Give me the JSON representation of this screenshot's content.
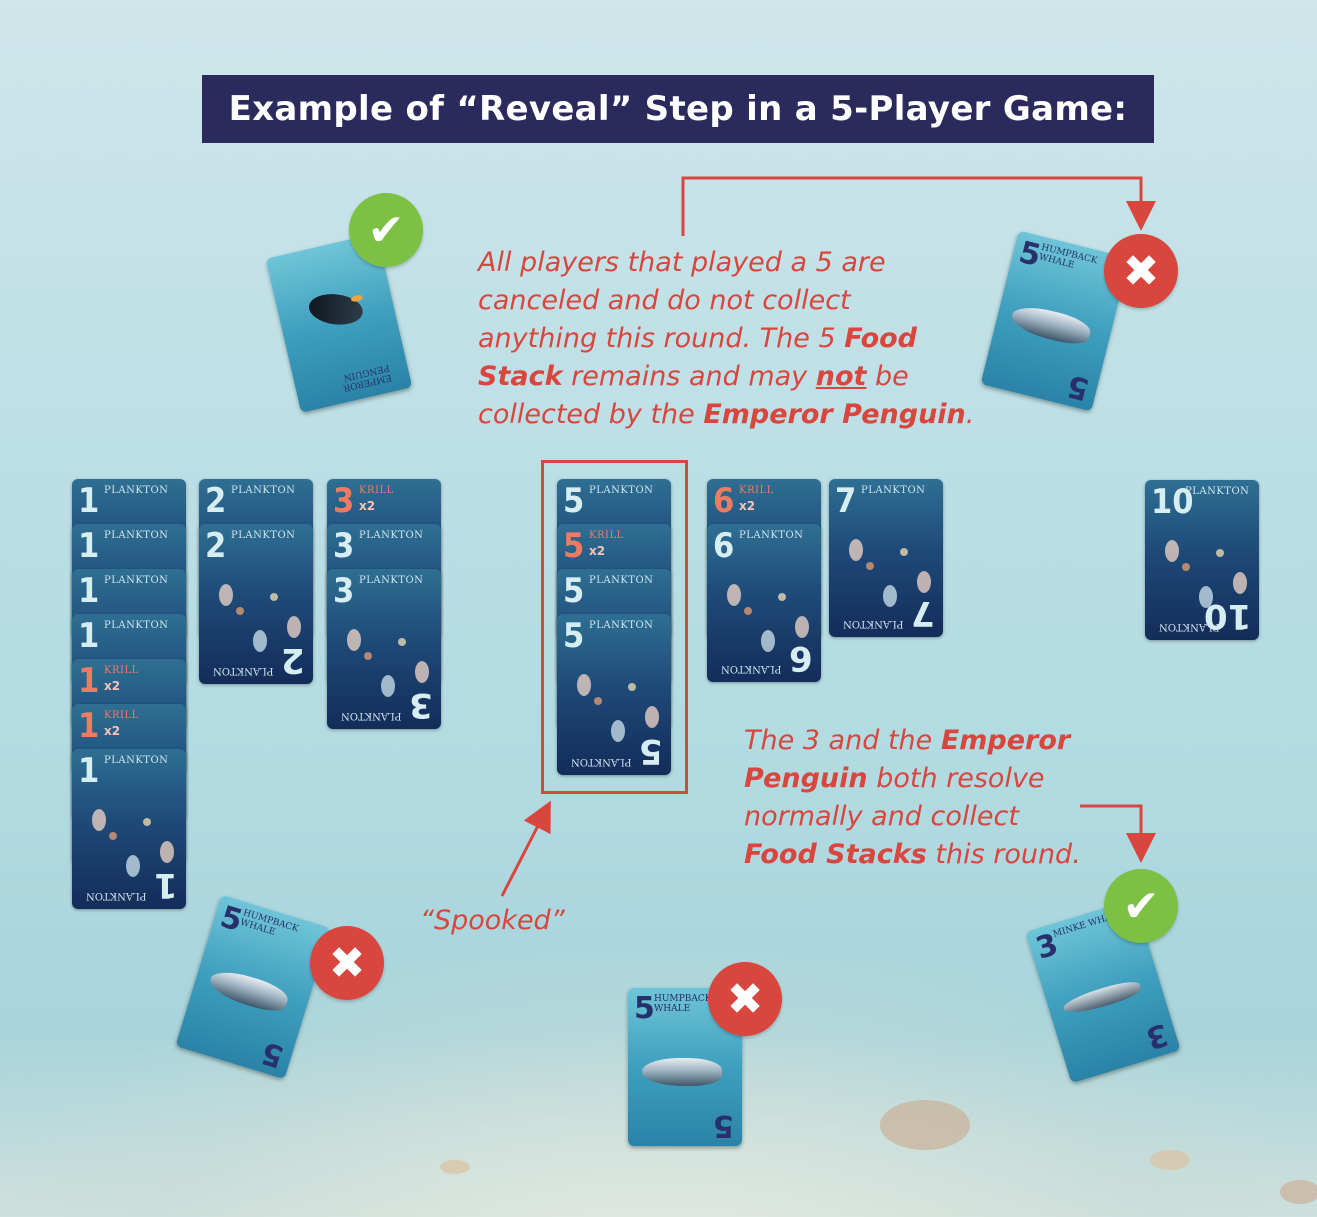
{
  "title": "Example of “Reveal” Step in a 5-Player Game:",
  "colors": {
    "accent_red": "#d8463e",
    "check_green": "#7cc144",
    "title_bg": "#2b2a5c"
  },
  "notes": {
    "canceled": {
      "line1": "All players that played a 5 are",
      "line2": "canceled and do not collect",
      "line3_a": "anything this round. The 5 ",
      "line3_b": "Food",
      "line4_a": "Stack",
      "line4_b": " remains and may ",
      "line4_c": "not",
      "line4_d": " be",
      "line5_a": "collected by the ",
      "line5_b": "Emperor Penguin",
      "line5_c": "."
    },
    "resolve": {
      "line1_a": "The 3 and the ",
      "line1_b": "Emperor",
      "line2_a": "Penguin",
      "line2_b": " both resolve",
      "line3": "normally and collect",
      "line4_a": "Food Stacks",
      "line4_b": " this round."
    },
    "spooked": "“Spooked”"
  },
  "food_stacks": [
    {
      "id": "stack-1",
      "cards": [
        {
          "num": "1",
          "label": "PLANKTON",
          "krill": false
        },
        {
          "num": "1",
          "label": "PLANKTON",
          "krill": false
        },
        {
          "num": "1",
          "label": "PLANKTON",
          "krill": false
        },
        {
          "num": "1",
          "label": "PLANKTON",
          "krill": false
        },
        {
          "num": "1",
          "label": "KRILL",
          "mult": "x2",
          "krill": true
        },
        {
          "num": "1",
          "label": "KRILL",
          "mult": "x2",
          "krill": true
        },
        {
          "num": "1",
          "label": "PLANKTON",
          "krill": false
        }
      ]
    },
    {
      "id": "stack-2",
      "cards": [
        {
          "num": "2",
          "label": "PLANKTON",
          "krill": false
        },
        {
          "num": "2",
          "label": "PLANKTON",
          "krill": false
        }
      ]
    },
    {
      "id": "stack-3",
      "cards": [
        {
          "num": "3",
          "label": "KRILL",
          "mult": "x2",
          "krill": true
        },
        {
          "num": "3",
          "label": "PLANKTON",
          "krill": false
        },
        {
          "num": "3",
          "label": "PLANKTON",
          "krill": false
        }
      ]
    },
    {
      "id": "stack-5",
      "cards": [
        {
          "num": "5",
          "label": "PLANKTON",
          "krill": false
        },
        {
          "num": "5",
          "label": "KRILL",
          "mult": "x2",
          "krill": true
        },
        {
          "num": "5",
          "label": "PLANKTON",
          "krill": false
        },
        {
          "num": "5",
          "label": "PLANKTON",
          "krill": false
        }
      ]
    },
    {
      "id": "stack-6",
      "cards": [
        {
          "num": "6",
          "label": "KRILL",
          "mult": "x2",
          "krill": true
        },
        {
          "num": "6",
          "label": "PLANKTON",
          "krill": false
        }
      ]
    },
    {
      "id": "stack-7",
      "cards": [
        {
          "num": "7",
          "label": "PLANKTON",
          "krill": false
        }
      ]
    },
    {
      "id": "stack-10",
      "cards": [
        {
          "num": "10",
          "label": "PLANKTON",
          "krill": false
        }
      ]
    }
  ],
  "animals": [
    {
      "id": "penguin",
      "num": "",
      "name": "EMPEROR PENGUIN",
      "status": "ok",
      "status_icon": "check-icon"
    },
    {
      "id": "whale-top",
      "num": "5",
      "name": "HUMPBACK WHALE",
      "status": "canceled",
      "status_icon": "x-icon"
    },
    {
      "id": "whale-left",
      "num": "5",
      "name": "HUMPBACK WHALE",
      "status": "canceled",
      "status_icon": "x-icon"
    },
    {
      "id": "whale-bottom",
      "num": "5",
      "name": "HUMPBACK WHALE",
      "status": "canceled",
      "status_icon": "x-icon"
    },
    {
      "id": "minke",
      "num": "3",
      "name": "MINKE WHALE",
      "status": "ok",
      "status_icon": "check-icon"
    }
  ],
  "glyphs": {
    "check": "✔",
    "x": "✖"
  }
}
